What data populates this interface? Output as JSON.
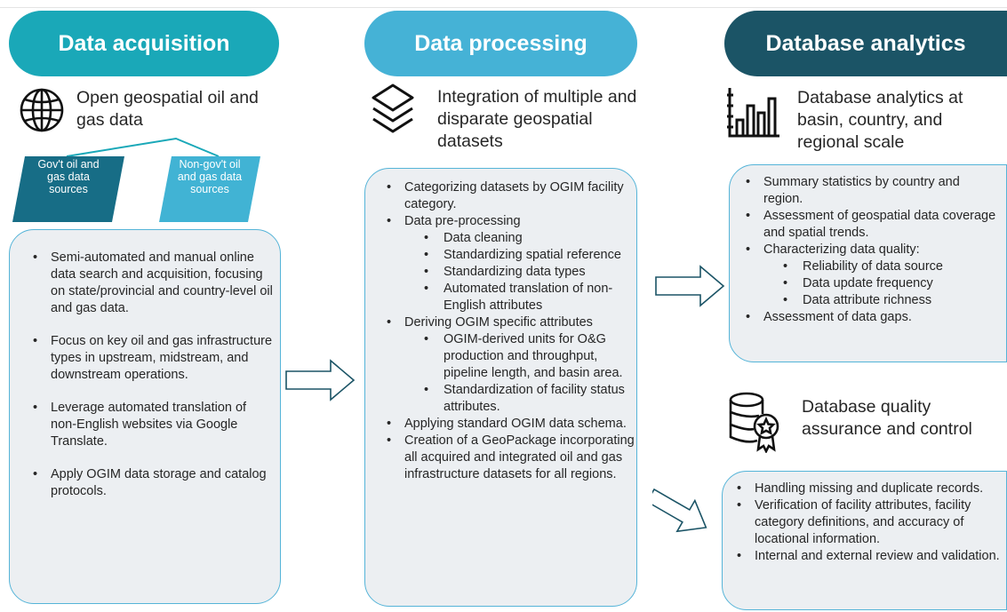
{
  "columns": {
    "acquisition": {
      "title": "Data acquisition",
      "heading": "Open geospatial oil and gas data",
      "icon": "globe-icon",
      "sources": [
        "Gov't oil and gas data sources",
        "Non-gov't oil and gas data sources"
      ],
      "bullets": [
        "Semi-automated and manual online data search and acquisition, focusing on state/provincial and country-level oil and gas data.",
        "Focus on key oil and gas infrastructure types in upstream, midstream, and downstream operations.",
        "Leverage automated translation of non-English websites via Google Translate.",
        "Apply OGIM data storage and catalog protocols."
      ]
    },
    "processing": {
      "title": "Data processing",
      "heading": "Integration of multiple and disparate geospatial datasets",
      "icon": "layers-icon",
      "b1": "Categorizing datasets by OGIM facility category.",
      "b2": "Data pre-processing",
      "b2_sub": [
        "Data cleaning",
        "Standardizing spatial reference",
        "Standardizing data types",
        "Automated translation of non-English attributes"
      ],
      "b3": "Deriving OGIM specific attributes",
      "b3_sub": [
        "OGIM-derived units for O&G production and throughput, pipeline length, and basin area.",
        "Standardization of facility status attributes."
      ],
      "b4": "Applying standard OGIM data schema.",
      "b5": "Creation of a GeoPackage incorporating all acquired and integrated oil and gas infrastructure datasets for all regions."
    },
    "analytics": {
      "title": "Database analytics",
      "heading": "Database analytics at basin, country, and regional scale",
      "icon": "bar-chart-icon",
      "b1": "Summary statistics by country and region.",
      "b2": "Assessment of geospatial data coverage and spatial trends.",
      "b3": "Characterizing data quality:",
      "b3_sub": [
        "Reliability of data source",
        "Data update frequency",
        "Data attribute richness"
      ],
      "b4": "Assessment of data gaps."
    },
    "quality": {
      "heading": "Database quality assurance and control",
      "icon": "database-badge-icon",
      "bullets": [
        "Handling missing and duplicate records.",
        "Verification of facility attributes, facility category definitions, and accuracy of locational information.",
        "Internal and external review and validation."
      ]
    }
  },
  "colors": {
    "acquisition": "#1aa8b8",
    "processing": "#45b2d6",
    "analytics": "#1b5466",
    "gov_source": "#176d86",
    "nongov_source": "#41b3d4",
    "box_fill": "#eceff2",
    "box_border": "#55b4d8"
  }
}
